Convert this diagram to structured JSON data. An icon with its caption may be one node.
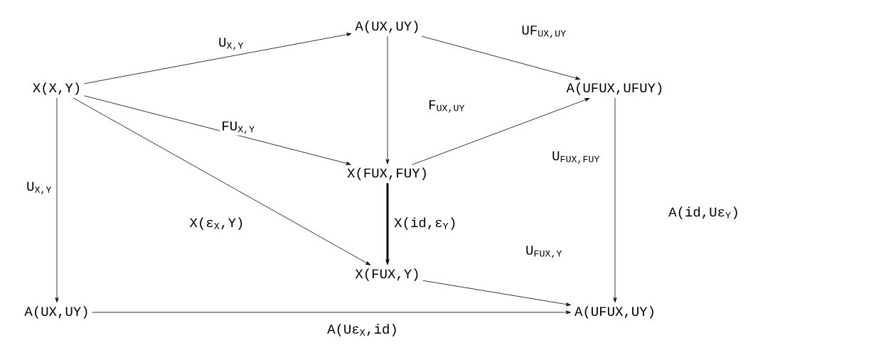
{
  "diagram": {
    "nodes": [
      {
        "text": [
          "X(X,Y)"
        ]
      },
      {
        "text": [
          "A(UX,UY)"
        ]
      },
      {
        "text": [
          "A(UFUX,UFUY)"
        ]
      },
      {
        "text": [
          "X(FUX,FUY)"
        ]
      },
      {
        "text": [
          "X(FUX,Y)"
        ]
      },
      {
        "text": [
          "A(UX,UY)"
        ]
      },
      {
        "text": [
          "A(UFUX,UY)"
        ]
      }
    ],
    "edges": [
      {
        "from": 0,
        "to": 1,
        "arrow": "to",
        "label": "U$_{X,Y}$"
      },
      {
        "from": 1,
        "to": 2,
        "arrow": "to",
        "label": "UF$_{UX,UY}$"
      },
      {
        "from": 1,
        "to": 3,
        "arrow": "to",
        "label": "F$_{UX,UY}$"
      },
      {
        "from": 0,
        "to": 3,
        "arrow": "to",
        "label": "FU$_{X,Y}$"
      },
      {
        "from": 3,
        "to": 2,
        "arrow": "to",
        "label": "U$_{FUX,FUY}$"
      },
      {
        "from": 0,
        "to": 4,
        "arrow": "to",
        "label": "X(ε$_{X}$,Y)"
      },
      {
        "from": 3,
        "to": 4,
        "arrow": "to",
        "label": "X(id,ε$_{Y}$)",
        "style": "thick"
      },
      {
        "from": 4,
        "to": 6,
        "arrow": "to",
        "label": "U$_{FUX,Y}$"
      },
      {
        "from": 2,
        "to": 6,
        "arrow": "to",
        "label": "A(id,Uε$_{Y}$)"
      },
      {
        "from": 0,
        "to": 5,
        "arrow": "to",
        "label": "U$_{X,Y}$"
      },
      {
        "from": 5,
        "to": 6,
        "arrow": "to",
        "label": "A(Uε$_{X}$,id)"
      }
    ]
  }
}
